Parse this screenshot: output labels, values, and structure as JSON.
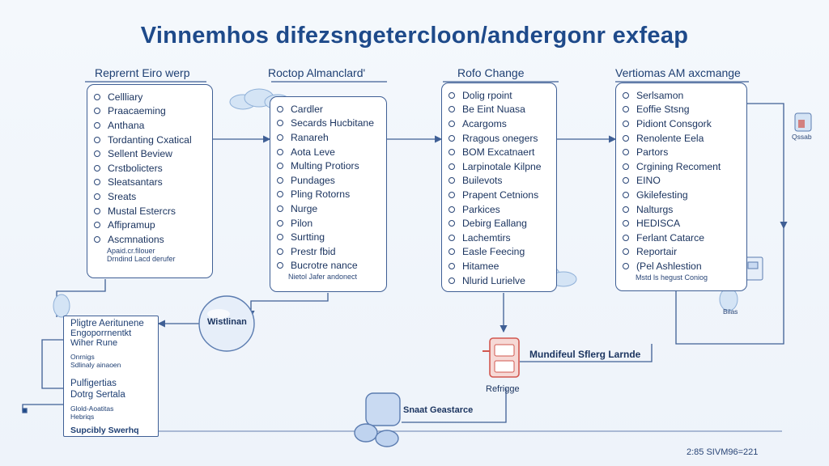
{
  "title": "Vinnemhos difezsngetercloon/andergonr exfeap",
  "columns": [
    {
      "header": "Reprernt Eiro werp",
      "items": [
        "Cellliary",
        "Praacaeming",
        "Anthana",
        "Tordanting Cxatical",
        "Sellent Beview",
        "Crstbolicters",
        "Sleatsantars",
        "Sreats",
        "Mustal Estercrs",
        "Affipramup",
        "Ascmnations"
      ],
      "note": [
        "Apaid.cr.filouer",
        "Drndind Lacd derufer"
      ]
    },
    {
      "header": "Roctop Almanclard'",
      "items": [
        "Cardler",
        "Secards Hucbitane",
        "Ranareh",
        "Aota Leve",
        "Multing Protiors",
        "Pundages",
        "Pling Rotorns",
        "Nurge",
        "Pilon",
        "Surtting",
        "Prestr fbid",
        "Bucrotre nance"
      ],
      "note": [
        "Nietol Jafer andonect"
      ]
    },
    {
      "header": "Rofo Change",
      "items": [
        "Dolig rpoint",
        "Be Eint Nuasa",
        "Acargoms",
        "Rragous onegers",
        "BOM Excatnaert",
        "Larpinotale Kilpne",
        "Builevots",
        "Prapent Cetnions",
        "Parkices",
        "Debirg Eallang",
        "Lachemtirs",
        "Easle Feecing",
        "Hitamee"
      ],
      "note": [
        "Nlurid Lurielve"
      ]
    },
    {
      "header": "Vertiomas AM axcmange",
      "items": [
        "Serlsamon",
        "Eoffie Stsng",
        "Pidiont Consgork",
        "Renolente Eela",
        "Partors",
        "Crgining Recoment",
        "EINO",
        "Gkilefesting",
        "Nalturgs",
        "HEDISCA",
        "Ferlant Catarce",
        "Reportair",
        "(Pel Ashlestion"
      ],
      "note": [
        "Mstd ls hegust Coniog"
      ]
    }
  ],
  "bottom_box": {
    "items": [
      "Pligtre Aeritunene",
      "Engoporrnentkt",
      "Wiher Rune",
      "Onrnigs",
      "Sdlinaly ainaoen",
      "Pulfigertias",
      "Dotrg Sertala",
      "Glold-Aoatitas",
      "Hebriqs",
      "Supcibly Swerhq"
    ]
  },
  "labels": {
    "bubble": "Wistlinan",
    "hub": "Mundifeul Sflerg Larnde",
    "hub_caption": "Refrigge",
    "device_caption": "Snaat Geastarce",
    "right_icon_caption": "Qssab",
    "mid_icon_caption": "Bilas"
  },
  "footer": "2:85 SIVM96=221",
  "colors": {
    "primary": "#1e4a8a",
    "line": "#3f5f95",
    "accent_red": "#d2574f",
    "cloud": "#d4e4f5"
  }
}
